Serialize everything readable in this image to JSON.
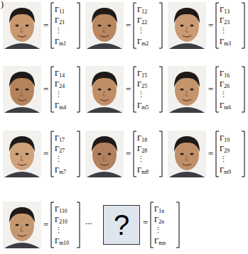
{
  "diagram": {
    "nodes": [
      {
        "text": [
          "?"
        ]
      }
    ],
    "labels": [
      ")",
      "=",
      "Γ11",
      "Γ21",
      "⋮",
      "Γm1",
      "=",
      "Γ12",
      "Γ22",
      "⋮",
      "Γm2",
      "=",
      "Γ13",
      "Γ23",
      "⋮",
      "Γm3",
      "=",
      "Γ14",
      "Γ24",
      "⋮",
      "Γm4",
      "=",
      "Γ15",
      "Γ25",
      "⋮",
      "Γm5",
      "=",
      "Γ16",
      "Γ26",
      "⋮",
      "Γm6",
      "=",
      "Γ17",
      "Γ27",
      "⋮",
      "Γm7",
      "=",
      "Γ18",
      "Γ28",
      "⋮",
      "Γm8",
      "=",
      "Γ19",
      "Γ29",
      "⋮",
      "Γm9",
      "=",
      "Γ110",
      "Γ210",
      "⋮",
      "Γm10",
      "...",
      "=",
      "Γ1n",
      "Γ2n",
      "⋮",
      "Γmn"
    ]
  }
}
